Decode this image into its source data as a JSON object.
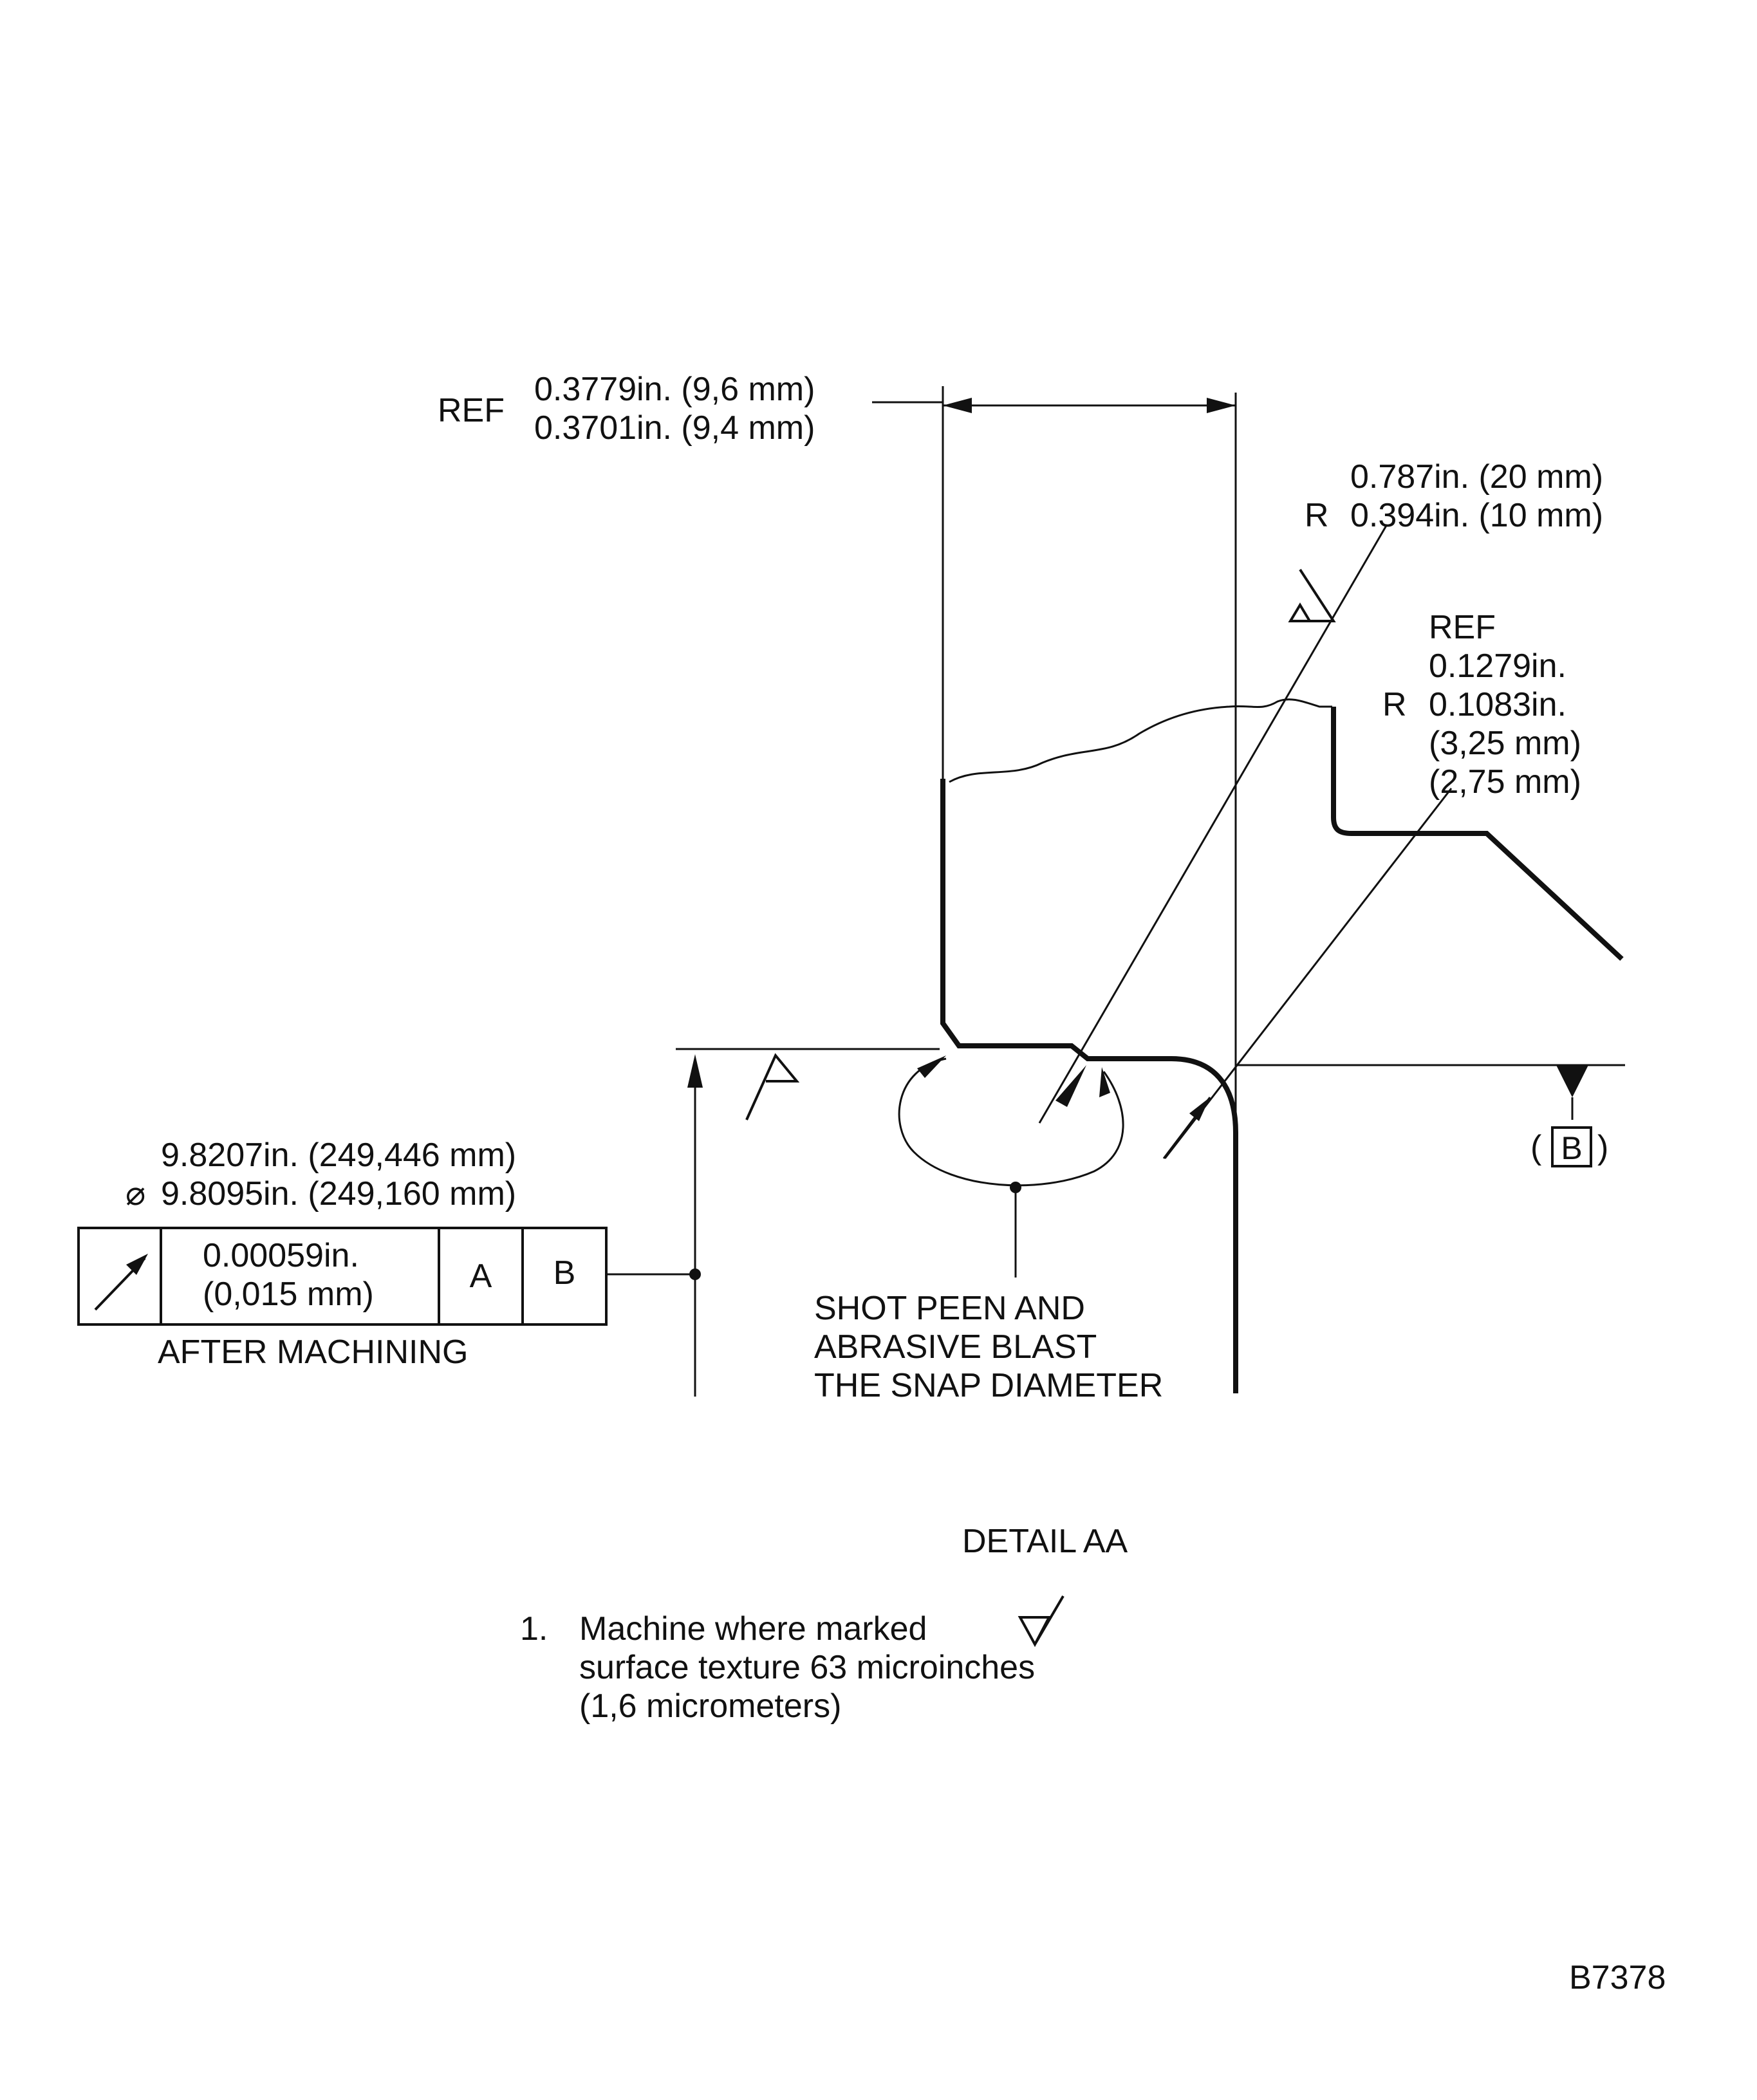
{
  "dimensions": {
    "ref_width": {
      "prefix": "REF",
      "upper": "0.3779in. (9,6 mm)",
      "lower": "0.3701in. (9,4 mm)"
    },
    "radius_large": {
      "upper": "0.787in. (20 mm)",
      "prefix": "R",
      "lower": "0.394in. (10 mm)"
    },
    "radius_small": {
      "ref": "REF",
      "prefix": "R",
      "lines": [
        "0.1279in.",
        "0.1083in.",
        "(3,25 mm)",
        "(2,75 mm)"
      ]
    },
    "diameter": {
      "symbol": "⌀",
      "upper": "9.8207in. (249,446 mm)",
      "lower": "9.8095in. (249,160 mm)"
    }
  },
  "feature_control_frame": {
    "tolerance_upper": "0.00059in.",
    "tolerance_lower": "(0,015 mm)",
    "datum_1": "A",
    "datum_2": "B",
    "note": "AFTER MACHINING"
  },
  "datum_label": {
    "open": "(",
    "letter": "B",
    "close": ")"
  },
  "callout": [
    "SHOT PEEN AND",
    "ABRASIVE BLAST",
    "THE SNAP DIAMETER"
  ],
  "detail_title": "DETAIL AA",
  "note": {
    "number": "1.",
    "line1": "Machine where marked",
    "line2": "surface texture 63 microinches",
    "line3": "(1,6 micrometers)"
  },
  "figure_id": "B7378"
}
